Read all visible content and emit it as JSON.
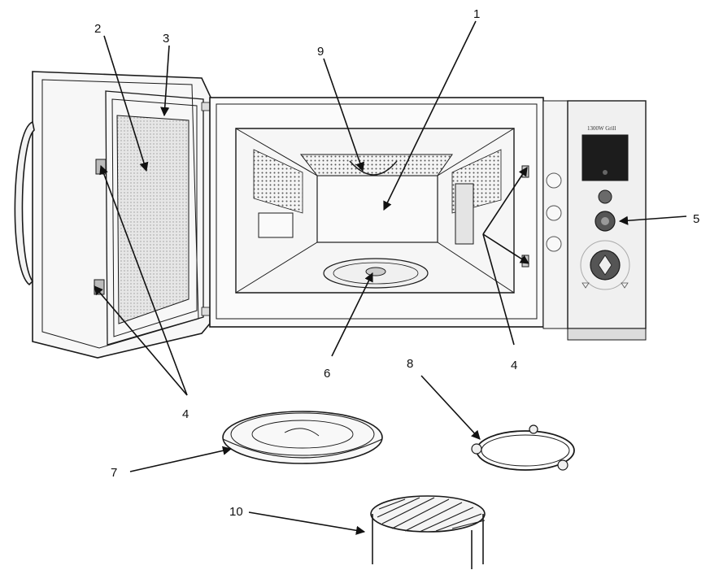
{
  "callouts": {
    "c1": "1",
    "c2": "2",
    "c3": "3",
    "c4a": "4",
    "c4b": "4",
    "c5": "5",
    "c6": "6",
    "c7": "7",
    "c8": "8",
    "c9": "9",
    "c10": "10"
  },
  "control_panel": {
    "model_label": "1300W Grill"
  },
  "colors": {
    "line": "#1a1a1a",
    "display": "#1c1c1c",
    "shading": "#d6d6d6"
  }
}
